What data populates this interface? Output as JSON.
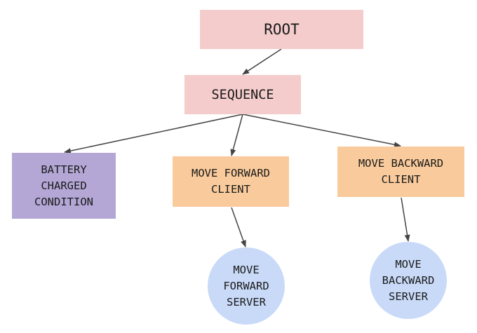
{
  "nodes": {
    "root": {
      "label": "ROOT"
    },
    "sequence": {
      "label": "SEQUENCE"
    },
    "battery": {
      "label": "BATTERY\nCHARGED\nCONDITION"
    },
    "move_forward_client": {
      "label": "MOVE FORWARD\nCLIENT"
    },
    "move_backward_client": {
      "label": "MOVE BACKWARD\nCLIENT"
    },
    "move_forward_server": {
      "label": "MOVE\nFORWARD\nSERVER"
    },
    "move_backward_server": {
      "label": "MOVE\nBACKWARD\nSERVER"
    }
  },
  "edges": [
    {
      "from": "root",
      "to": "sequence"
    },
    {
      "from": "sequence",
      "to": "battery"
    },
    {
      "from": "sequence",
      "to": "move_forward_client"
    },
    {
      "from": "sequence",
      "to": "move_backward_client"
    },
    {
      "from": "move_forward_client",
      "to": "move_forward_server"
    },
    {
      "from": "move_backward_client",
      "to": "move_backward_server"
    }
  ],
  "colors": {
    "root_sequence": "#f5cccc",
    "condition": "#b4a7d6",
    "client": "#f9cb9c",
    "server": "#c9daf8",
    "edge": "#444444"
  }
}
